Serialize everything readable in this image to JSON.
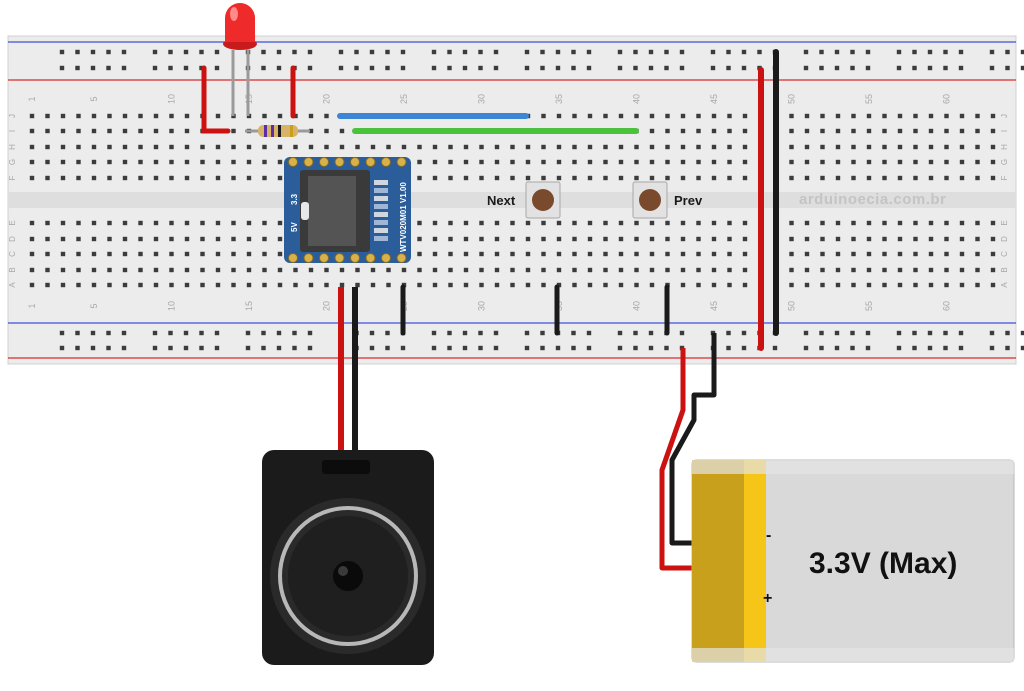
{
  "board": {
    "column_numbers": [
      "1",
      "5",
      "10",
      "15",
      "20",
      "25",
      "30",
      "35",
      "40",
      "45",
      "50",
      "55",
      "60"
    ],
    "row_letters_top": [
      "J",
      "I",
      "H",
      "G",
      "F"
    ],
    "row_letters_bottom": [
      "E",
      "D",
      "C",
      "B",
      "A"
    ],
    "watermark": "arduinoecia.com.br"
  },
  "module": {
    "label": "WTV020M01 V1.00",
    "pin_3v3": "3.3",
    "pin_5v": "5V"
  },
  "buttons": {
    "next_label": "Next",
    "prev_label": "Prev"
  },
  "battery": {
    "voltage_label": "3.3V (Max)",
    "minus_label": "-",
    "plus_label": "+"
  },
  "colors": {
    "wire_red": "#cc1111",
    "wire_black": "#1a1a1a",
    "wire_blue": "#3d86d6",
    "wire_green": "#4cc23c",
    "battery_gold": "#c9a01c",
    "module_blue": "#2b5d9a",
    "led_red": "#ee2a2a"
  }
}
